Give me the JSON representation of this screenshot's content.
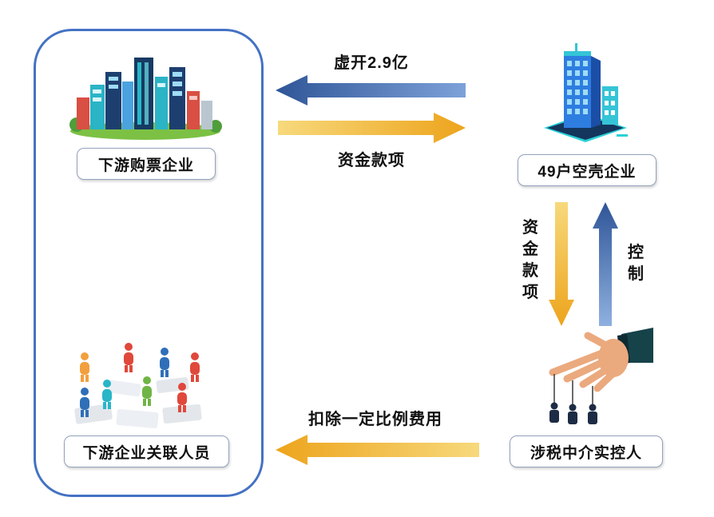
{
  "nodes": {
    "downstream_buyer": {
      "label": "下游购票企业"
    },
    "downstream_personnel": {
      "label": "下游企业关联人员"
    },
    "shell_companies": {
      "label": "49户空壳企业"
    },
    "intermediary": {
      "label": "涉税中介实控人"
    }
  },
  "arrows": {
    "fake_invoice": {
      "label": "虚开2.9亿",
      "direction": "left",
      "color": "blue"
    },
    "funds_top": {
      "label": "资金款项",
      "direction": "right",
      "color": "gold"
    },
    "funds_down": {
      "label": "资金款项",
      "direction": "down",
      "color": "gold"
    },
    "control_up": {
      "label": "控制",
      "direction": "up",
      "color": "blue"
    },
    "fee": {
      "label": "扣除一定比例费用",
      "direction": "left",
      "color": "gold"
    }
  },
  "colors": {
    "blue_arrow": "#4472c4",
    "gold_arrow": "#f0ad1e",
    "group_border": "#4472c4",
    "label_border": "#93a2bc"
  }
}
